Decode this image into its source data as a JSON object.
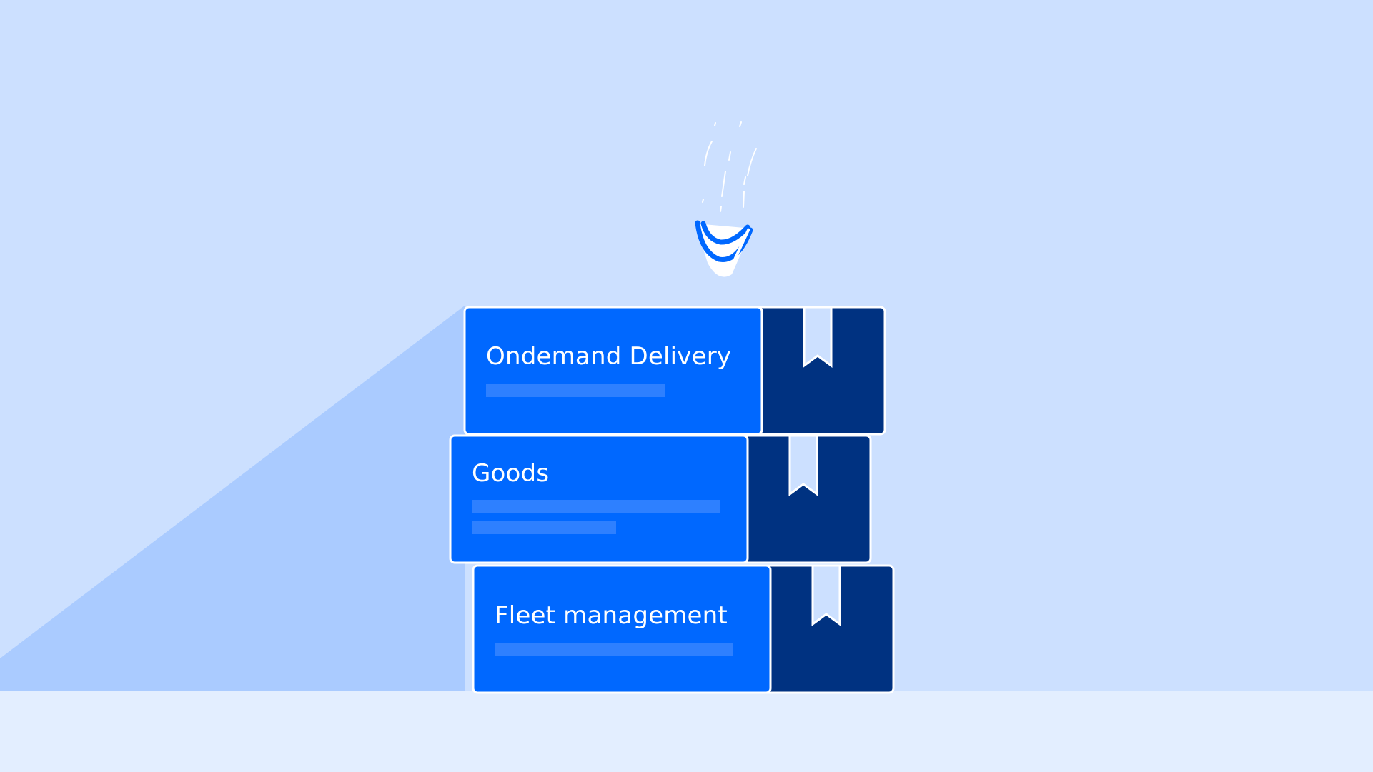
{
  "scene": {
    "colors": {
      "background": "#cce0ff",
      "shadow": "#aacbff",
      "floor": "#e3eeff",
      "box_front": "#0068ff",
      "box_side": "#003281",
      "placeholder_line": "#2e80ff",
      "outline": "#ffffff",
      "ribbon": "#cce0ff"
    },
    "logo_icon": "falling-v-logo-icon",
    "boxes": [
      {
        "label": "Ondemand Delivery"
      },
      {
        "label": "Goods"
      },
      {
        "label": "Fleet management"
      }
    ]
  }
}
